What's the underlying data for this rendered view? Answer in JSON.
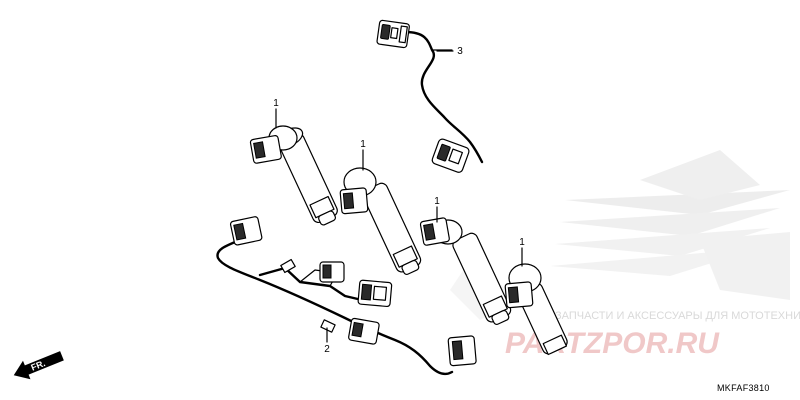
{
  "diagram": {
    "callouts": [
      "1",
      "1",
      "1",
      "1",
      "2",
      "3"
    ],
    "part_code": "MKFAF3810",
    "direction_label": "FR.",
    "watermark": {
      "tagline": "ЗАПЧАСТИ И АКСЕССУАРЫ ДЛЯ МОТОТЕХНИКИ",
      "brand": "PARTZPOR.RU",
      "color": "#e8a0a0"
    }
  }
}
